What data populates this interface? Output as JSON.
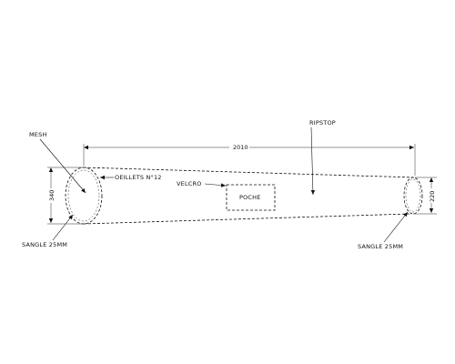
{
  "drawing": {
    "labels": {
      "mesh": "MESH",
      "ripstop": "RIPSTOP",
      "oeillets": "OEILLETS N°12",
      "velcro": "VELCRO",
      "poche": "POCHE",
      "sangle_left": "SANGLE 25MM",
      "sangle_right": "SANGLE 25MM"
    },
    "dimensions": {
      "length": "2010",
      "left_diameter": "340",
      "right_diameter": "220"
    }
  }
}
